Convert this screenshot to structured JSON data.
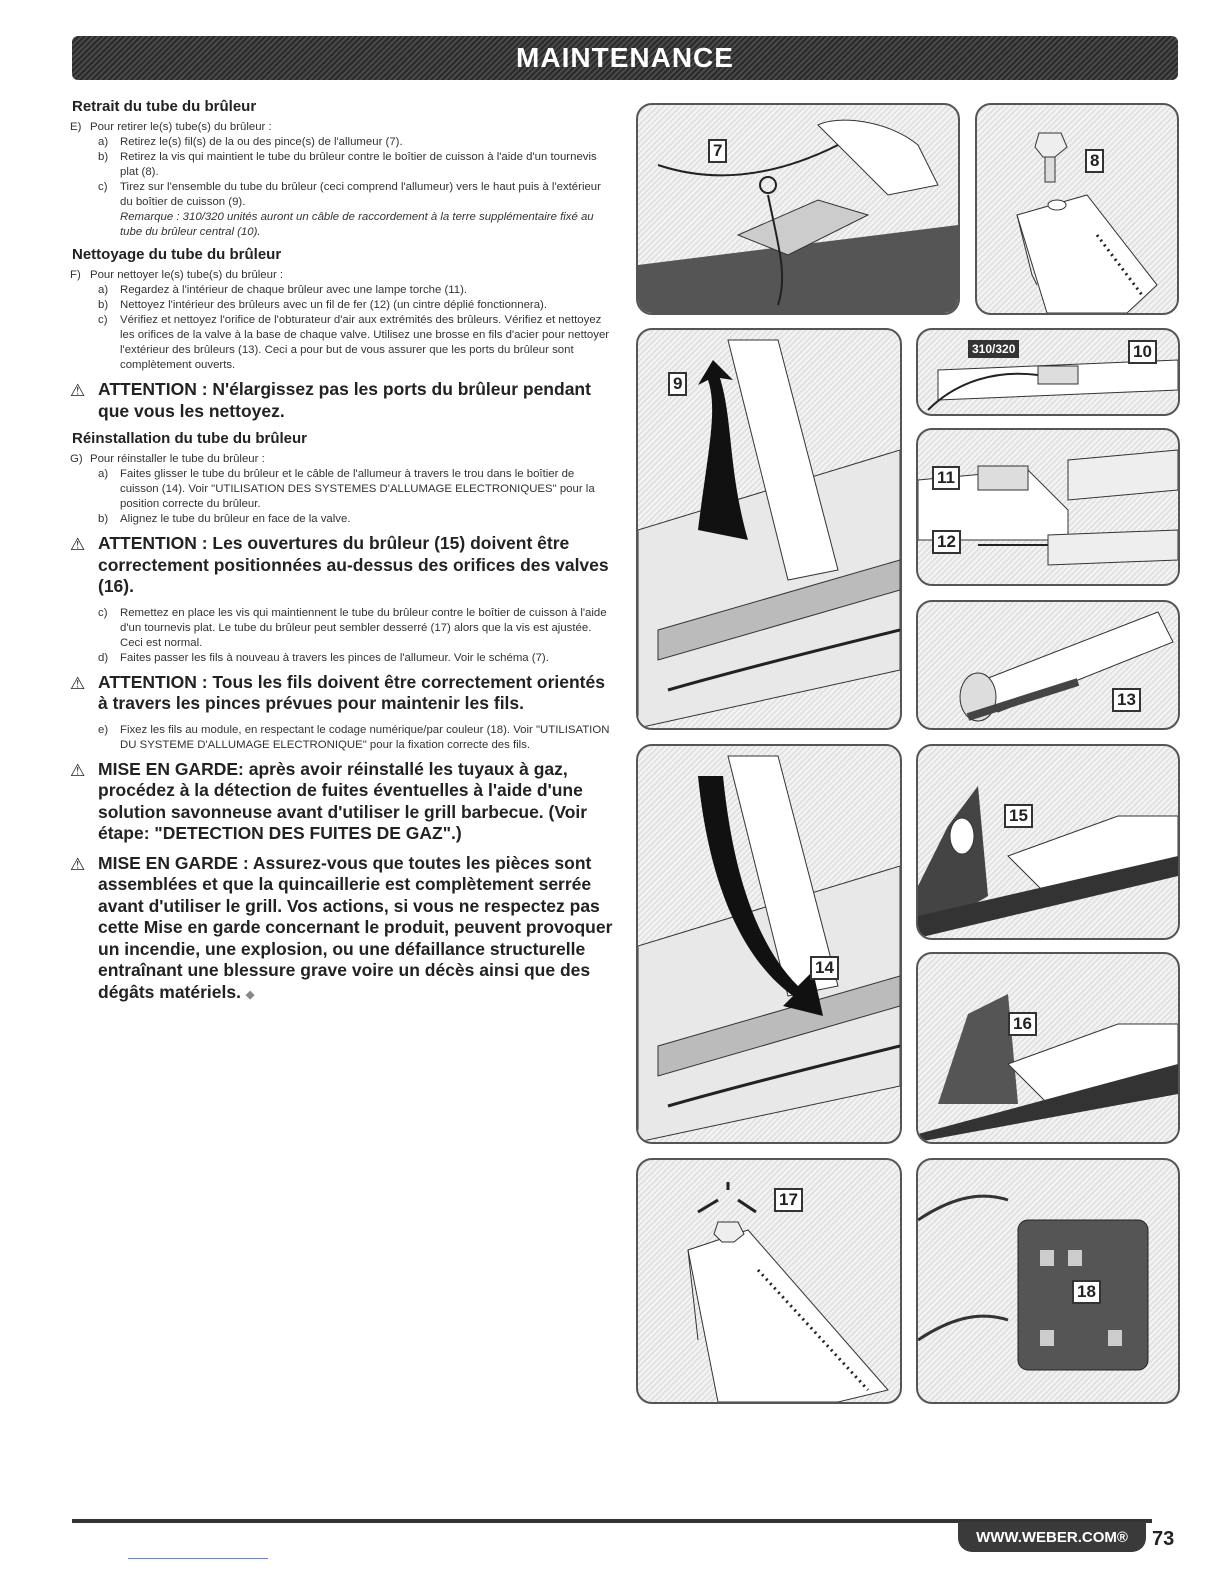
{
  "header": {
    "title": "MAINTENANCE"
  },
  "sections": {
    "removal": {
      "title": "Retrait du tube du brûleur",
      "step_letter": "E)",
      "step_text": "Pour retirer le(s) tube(s) du brûleur :",
      "subs": [
        {
          "l": "a)",
          "t": "Retirez le(s) fil(s) de la ou des pince(s) de l'allumeur (7)."
        },
        {
          "l": "b)",
          "t": "Retirez la vis qui maintient le tube du brûleur contre le boîtier de cuisson à l'aide d'un tournevis plat (8)."
        },
        {
          "l": "c)",
          "t": "Tirez sur l'ensemble du tube du brûleur (ceci comprend l'allumeur) vers le haut puis à l'extérieur du boîtier de cuisson (9)."
        }
      ],
      "note": "Remarque : 310/320 unités auront un câble de raccordement à la terre supplémentaire fixé au tube du brûleur central (10)."
    },
    "cleaning": {
      "title": "Nettoyage du tube du brûleur",
      "step_letter": "F)",
      "step_text": "Pour nettoyer le(s) tube(s) du brûleur :",
      "subs": [
        {
          "l": "a)",
          "t": "Regardez à l'intérieur de chaque brûleur avec une lampe torche (11)."
        },
        {
          "l": "b)",
          "t": "Nettoyez l'intérieur des brûleurs avec un fil de fer (12) (un cintre déplié fonctionnera)."
        },
        {
          "l": "c)",
          "t": "Vérifiez et nettoyez l'orifice de l'obturateur d'air aux extrémités des brûleurs. Vérifiez et nettoyez les orifices de la valve à la base de chaque valve. Utilisez une brosse en fils d'acier pour nettoyer l'extérieur des brûleurs (13). Ceci a pour but de vous assurer que les ports du brûleur sont complètement ouverts."
        }
      ]
    },
    "warn1": "ATTENTION : N'élargissez pas les ports du brûleur pendant que vous les nettoyez.",
    "reinstall": {
      "title": "Réinstallation du tube du brûleur",
      "step_letter": "G)",
      "step_text": "Pour réinstaller le tube du brûleur :",
      "subs": [
        {
          "l": "a)",
          "t": "Faites glisser le tube du brûleur et le câble de l'allumeur à travers le trou dans le boîtier de cuisson (14). Voir \"UTILISATION DES SYSTEMES D'ALLUMAGE ELECTRONIQUES\" pour la position correcte du brûleur."
        },
        {
          "l": "b)",
          "t": "Alignez le tube du brûleur en face de la valve."
        }
      ]
    },
    "warn2": "ATTENTION : Les ouvertures du brûleur (15) doivent être correctement positionnées au-dessus des orifices des valves (16).",
    "subs_cd": [
      {
        "l": "c)",
        "t": "Remettez en place les vis qui maintiennent le tube du brûleur contre le boîtier de cuisson à l'aide d'un tournevis plat. Le tube du brûleur peut sembler desserré (17) alors que la vis est ajustée. Ceci est normal."
      },
      {
        "l": "d)",
        "t": "Faites passer les fils à nouveau à travers les pinces de l'allumeur. Voir le schéma (7)."
      }
    ],
    "warn3": "ATTENTION : Tous les fils doivent être correctement orientés à travers les pinces prévues pour maintenir les fils.",
    "sub_e": {
      "l": "e)",
      "t": "Fixez les fils au module, en respectant le codage numérique/par couleur (18). Voir \"UTILISATION DU SYSTEME D'ALLUMAGE ELECTRONIQUE\" pour la fixation correcte des fils."
    },
    "warn4": "MISE EN GARDE: après avoir réinstallé les tuyaux à gaz, procédez à la détection de fuites éventuelles à l'aide d'une solution savonneuse avant d'utiliser le grill barbecue. (Voir étape: \"DETECTION DES FUITES DE GAZ\".)",
    "warn5": "MISE EN GARDE : Assurez-vous que toutes les pièces sont assemblées et que la quincaillerie est complètement serrée avant d'utiliser le grill. Vos actions, si vous ne respectez pas cette Mise en garde concernant le produit, peuvent provoquer un incendie, une explosion, ou une défaillance structurelle entraînant une blessure grave voire un décès ainsi que des dégâts matériels."
  },
  "warning_symbol": "⚠",
  "end_mark": "◆",
  "figures": {
    "f7": "7",
    "f8": "8",
    "f9": "9",
    "f10": "10",
    "f10_tag": "310/320",
    "f11": "11",
    "f12": "12",
    "f13": "13",
    "f14": "14",
    "f15": "15",
    "f16": "16",
    "f17": "17",
    "f18": "18"
  },
  "footer": {
    "url": "WWW.WEBER.COM®",
    "page": "73"
  }
}
